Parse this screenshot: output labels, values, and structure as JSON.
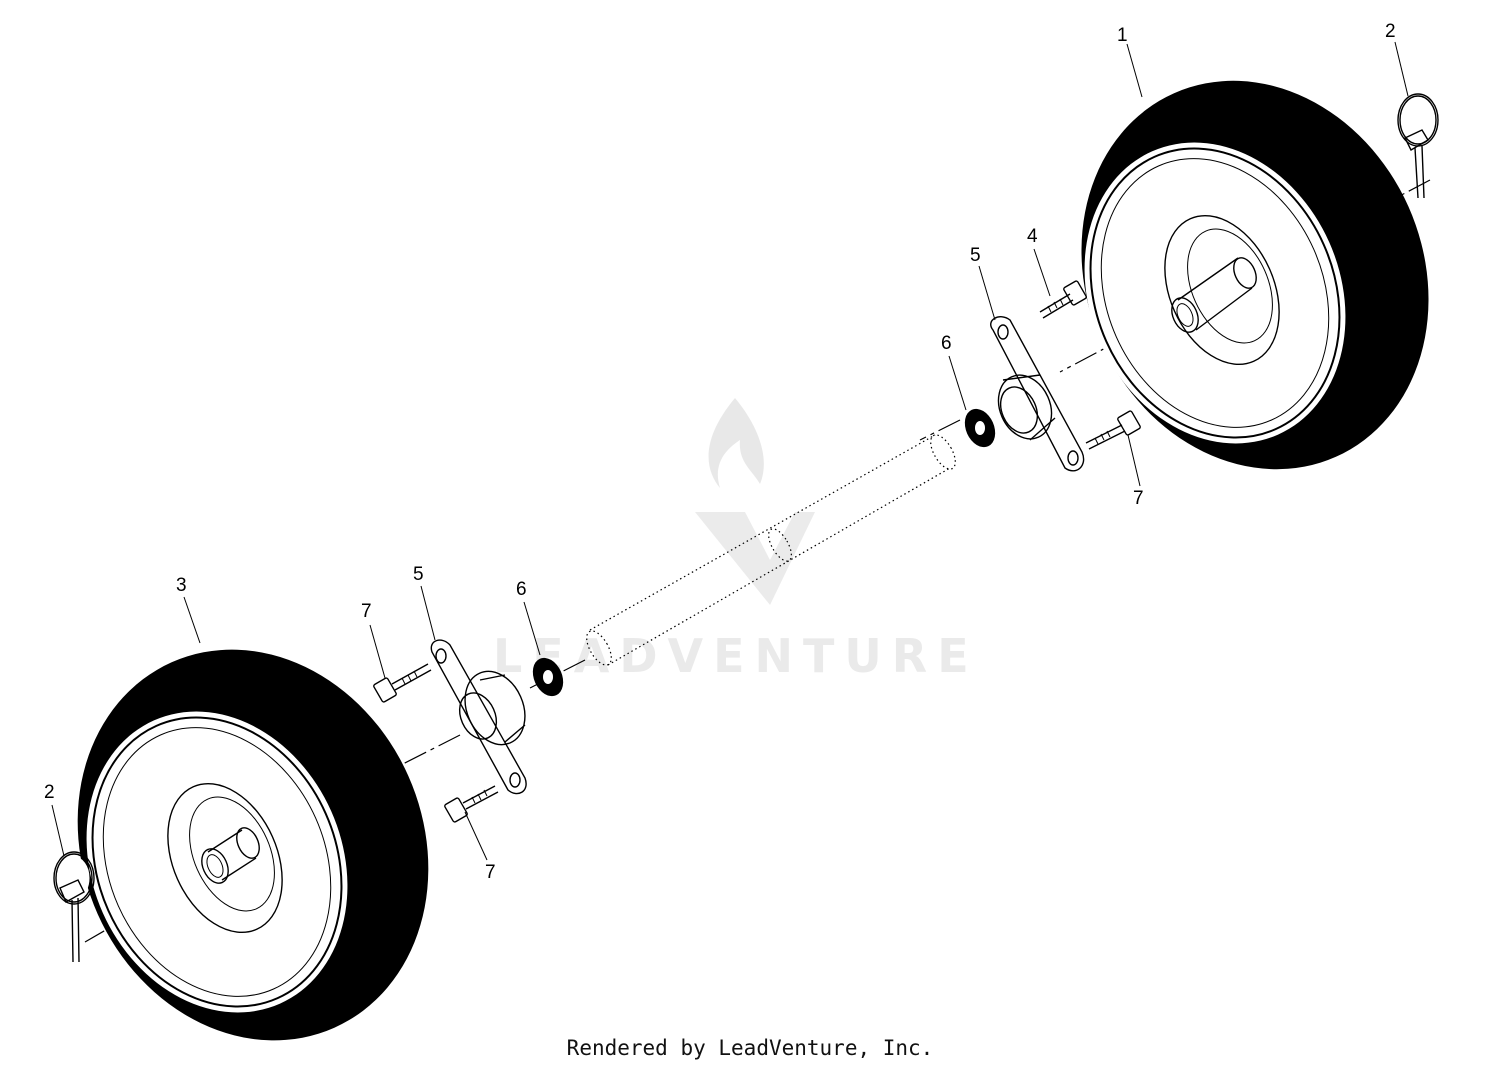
{
  "callouts": {
    "c1": "1",
    "c2a": "2",
    "c2b": "2",
    "c3": "3",
    "c4": "4",
    "c5a": "5",
    "c5b": "5",
    "c6a": "6",
    "c6b": "6",
    "c7a": "7",
    "c7b": "7",
    "c7c": "7"
  },
  "watermark": {
    "text": "LEADVENTURE",
    "color": "#d9d9d9"
  },
  "footer": {
    "text": "Rendered by LeadVenture, Inc."
  }
}
